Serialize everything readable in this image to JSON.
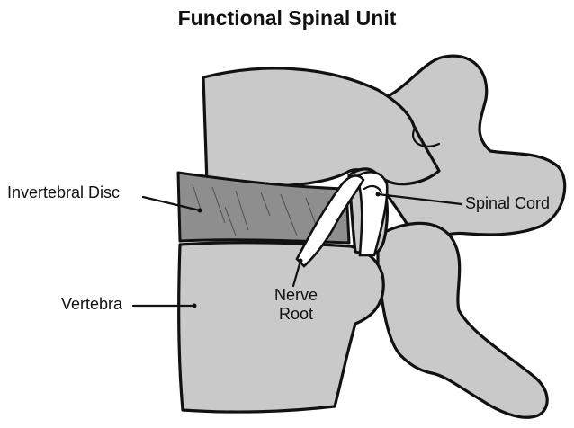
{
  "title": "Functional Spinal Unit",
  "labels": {
    "disc": "Invertebral Disc",
    "vertebra": "Vertebra",
    "spinal_cord": "Spinal Cord",
    "nerve_root_line1": "Nerve",
    "nerve_root_line2": "Root"
  },
  "colors": {
    "bone": "#c9c9c9",
    "disc": "#8e8e8e",
    "outline": "#111111",
    "background": "#ffffff"
  }
}
